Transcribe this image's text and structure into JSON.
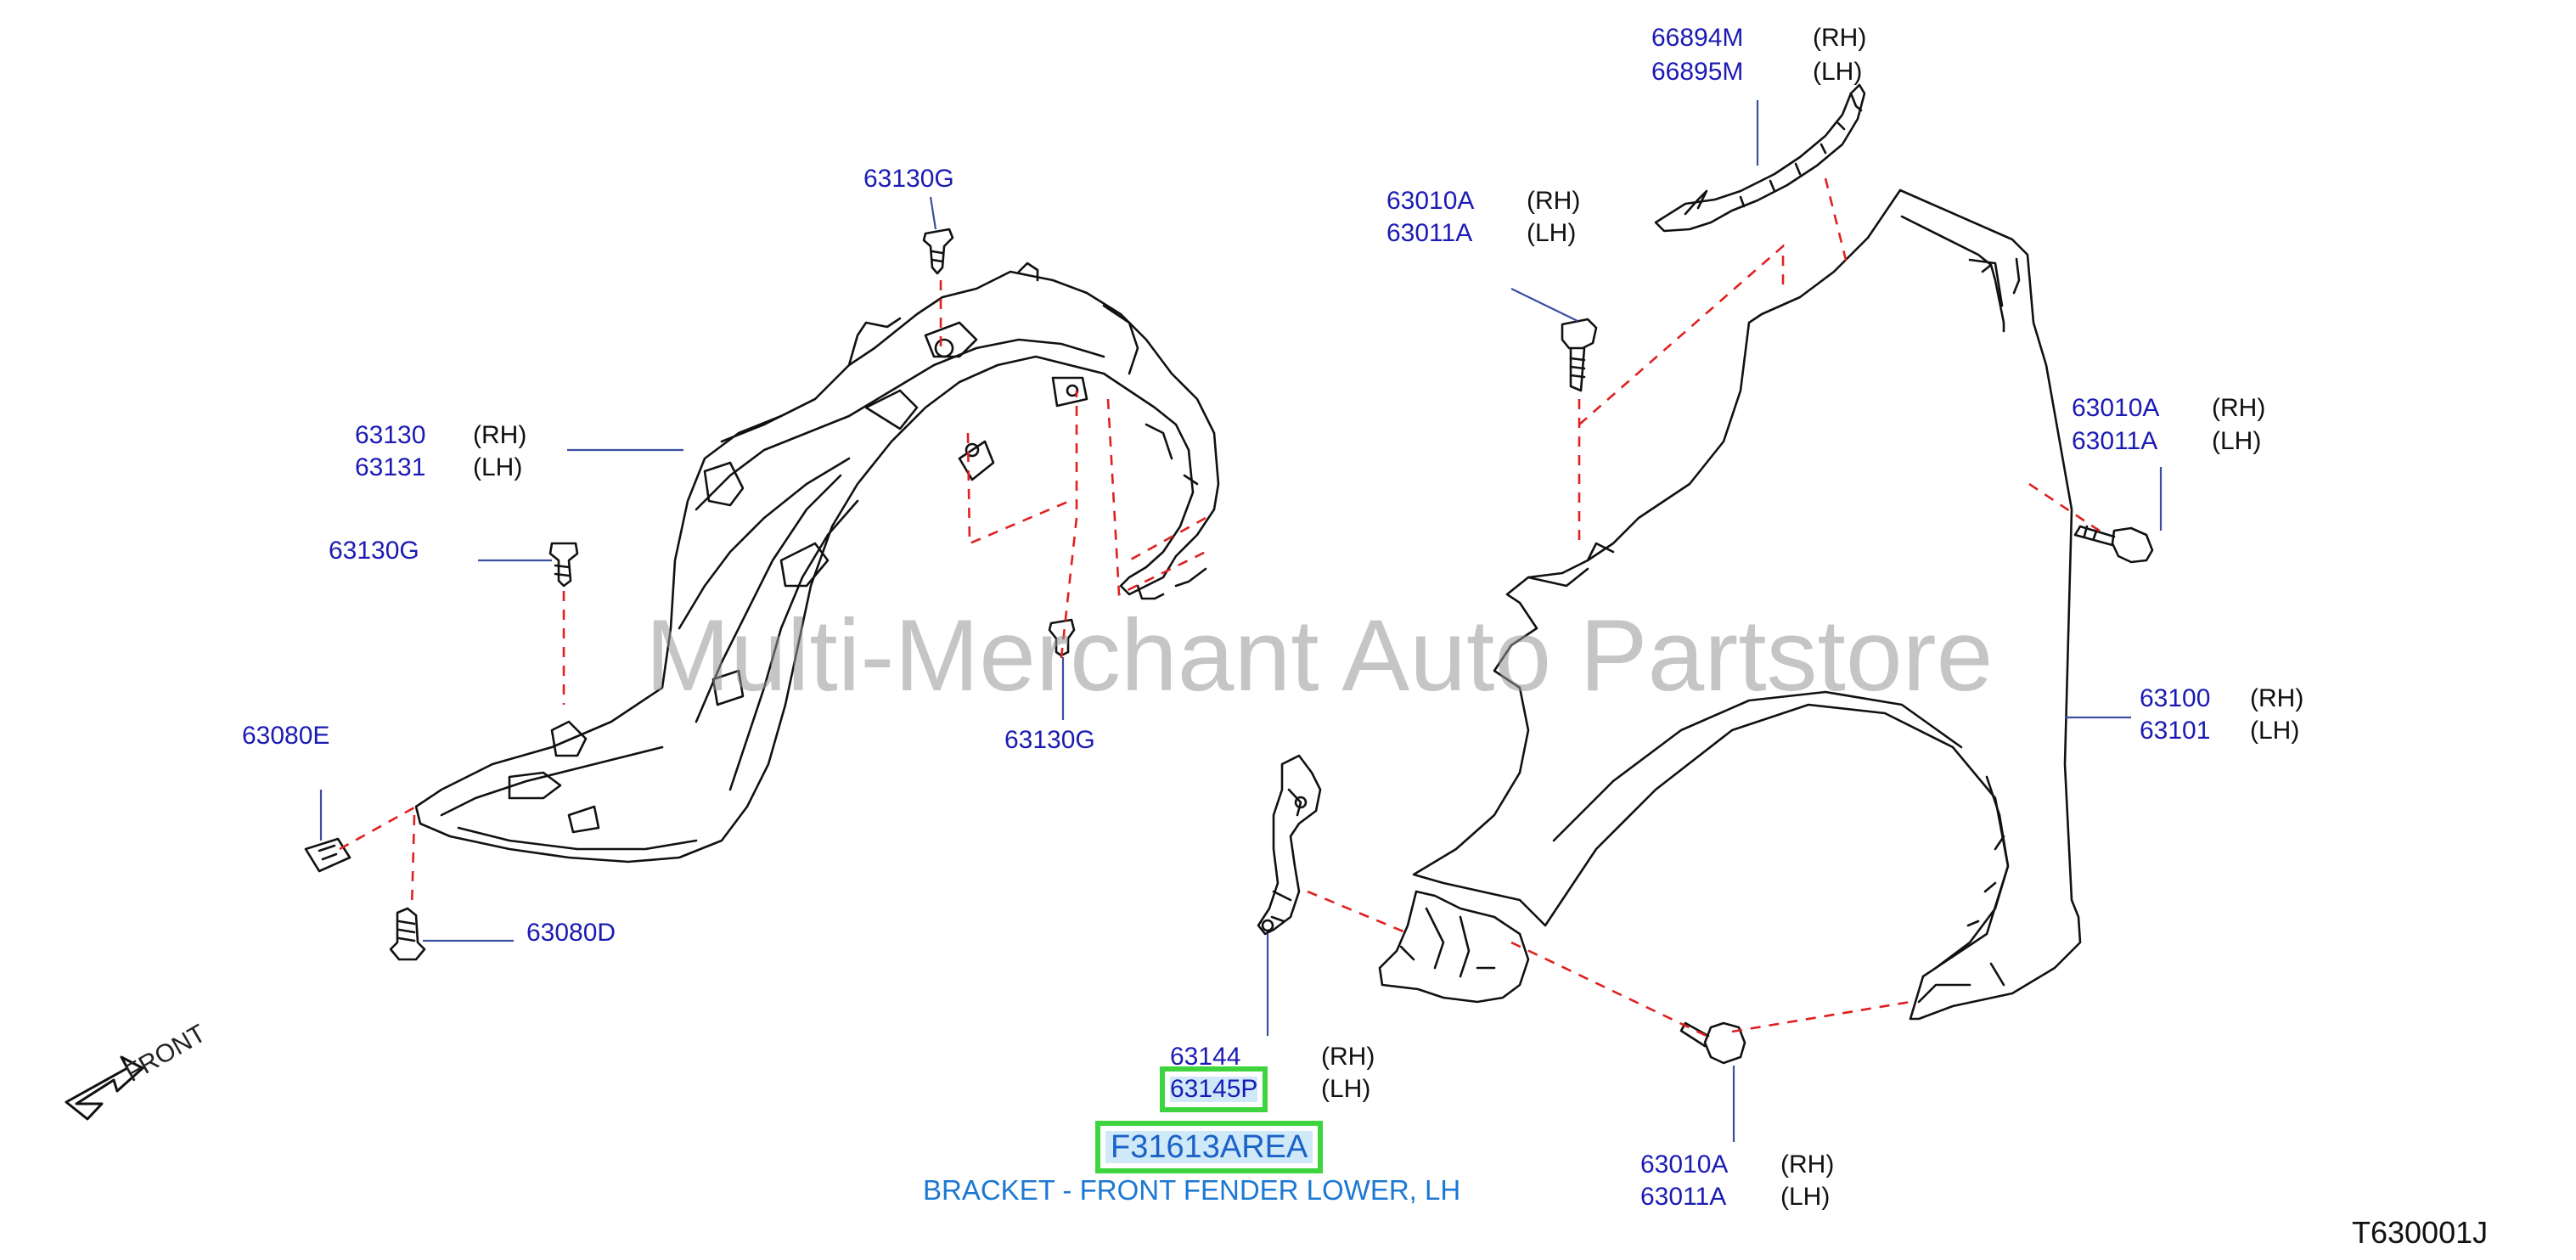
{
  "watermark": "Multi-Merchant Auto Partstore",
  "diagram_code": "T630001J",
  "front_label": "FRONT",
  "selected": {
    "area_code": "F31613AREA",
    "description": "BRACKET - FRONT FENDER LOWER, LH"
  },
  "callouts": {
    "c66894M": "66894M",
    "c66894M_side": "(RH)",
    "c66895M": "66895M",
    "c66895M_side": "(LH)",
    "c63010A_1": "63010A",
    "c63010A_1_side": "(RH)",
    "c63011A_1": "63011A",
    "c63011A_1_side": "(LH)",
    "c63010A_2": "63010A",
    "c63010A_2_side": "(RH)",
    "c63011A_2": "63011A",
    "c63011A_2_side": "(LH)",
    "c63010A_3": "63010A",
    "c63010A_3_side": "(RH)",
    "c63011A_3": "63011A",
    "c63011A_3_side": "(LH)",
    "c63130G_top": "63130G",
    "c63130": "63130",
    "c63130_side": "(RH)",
    "c63131": "63131",
    "c63131_side": "(LH)",
    "c63130G_left": "63130G",
    "c63130G_mid": "63130G",
    "c63080E": "63080E",
    "c63080D": "63080D",
    "c63100": "63100",
    "c63100_side": "(RH)",
    "c63101": "63101",
    "c63101_side": "(LH)",
    "c63144": "63144",
    "c63144_side": "(RH)",
    "c63145P": "63145P",
    "c63145P_side": "(LH)"
  }
}
